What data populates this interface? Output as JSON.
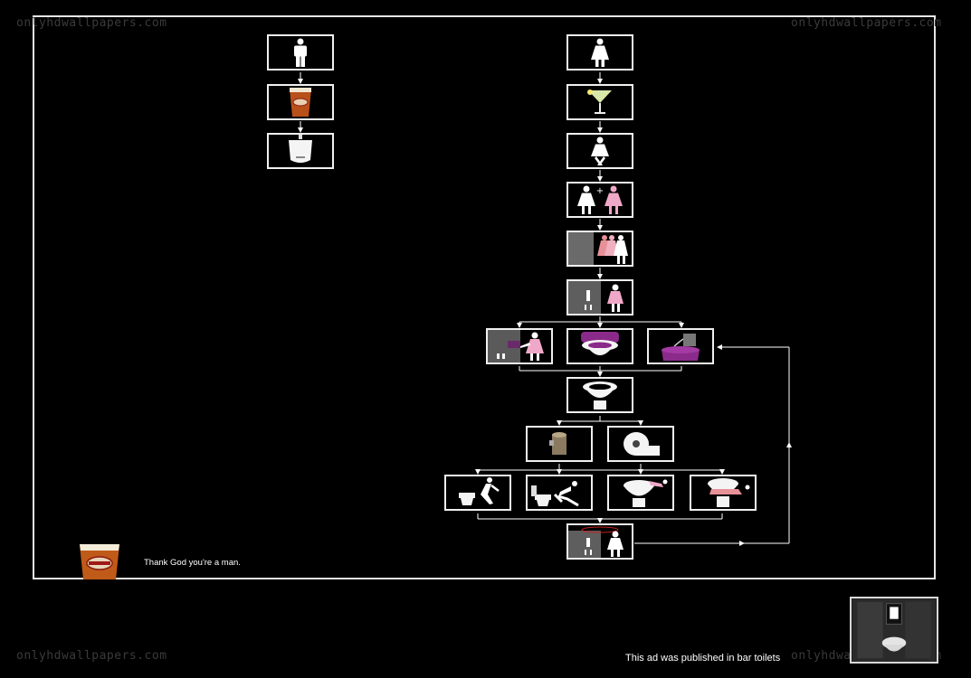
{
  "watermarks": [
    "onlyhdwallpapers.com",
    "onlyhdwallpapers.com",
    "onlyhdwallpapers.com",
    "onlyhdwallpapers.com"
  ],
  "tagline": "Thank God you're a man.",
  "published_note": "This ad was published in bar toilets",
  "colors": {
    "background": "#000000",
    "frame": "#e6e6e6",
    "pink": "#f0a8c8",
    "purple": "#8a2a8a",
    "beer": "#b8501a"
  },
  "icons": {
    "men_column": [
      "man-icon",
      "beer-glass-icon",
      "urinal-icon"
    ],
    "women_column": [
      "woman-icon",
      "cocktail-icon",
      "woman-icon",
      "two-women-icon",
      "queue-icon",
      "stall-icon",
      "wipe-seat-icon",
      "seat-cover-icon",
      "sanitizer-icon",
      "toilet-icon",
      "empty-roll-icon",
      "toilet-paper-icon",
      "hover-squat-icon",
      "hover-lean-icon",
      "sit-down-icon",
      "sit-toilet-icon",
      "exit-stall-icon"
    ]
  }
}
